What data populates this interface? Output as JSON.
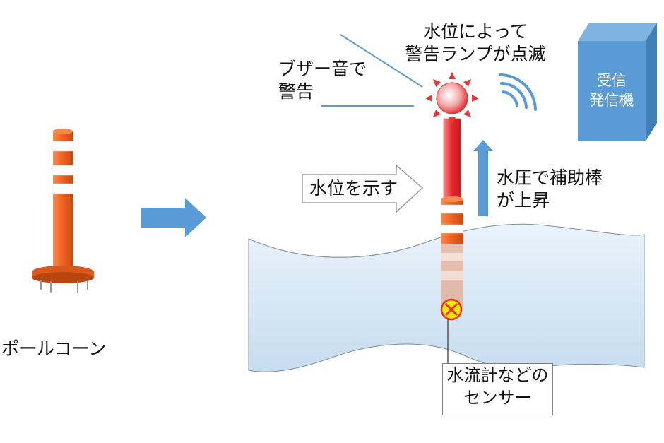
{
  "labels": {
    "pole_cone": "ポールコーン",
    "buzzer_line1": "ブザー音で",
    "buzzer_line2": "警告",
    "lamp_line1": "水位によって",
    "lamp_line2": "警告ランプが点滅",
    "receiver_line1": "受信",
    "receiver_line2": "発信機",
    "water_level": "水位を示す",
    "pressure_line1": "水圧で補助棒",
    "pressure_line2": "が上昇",
    "sensor_line1": "水流計などの",
    "sensor_line2": "センサー"
  },
  "colors": {
    "pole_orange": "#f26322",
    "reflector_white": "#ffffff",
    "arrow_blue": "#5b9bd5",
    "box_blue": "#5b9bd5",
    "rod_red": "#e8262b",
    "water_light": "#d6e6f5",
    "lamp_red": "#e32027",
    "sensor_yellow": "#ffe500"
  },
  "icons": {
    "lamp": "warning-lamp-icon",
    "signal": "signal-waves-icon",
    "sensor": "sensor-x-icon",
    "transmitter": "receiver-transmitter-box"
  }
}
